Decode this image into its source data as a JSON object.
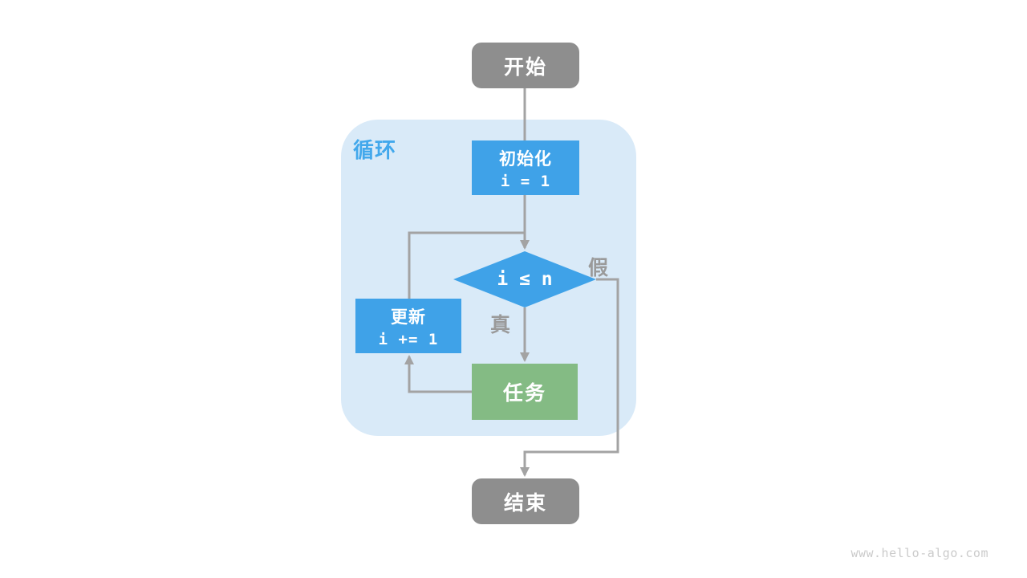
{
  "diagram": {
    "start": {
      "label": "开始"
    },
    "loop_container": {
      "label": "循环"
    },
    "init": {
      "title": "初始化",
      "code": "i = 1"
    },
    "condition": {
      "expression": "i ≤ n"
    },
    "branch_true": {
      "label": "真"
    },
    "branch_false": {
      "label": "假"
    },
    "update": {
      "title": "更新",
      "code": "i += 1"
    },
    "task": {
      "label": "任务"
    },
    "end": {
      "label": "结束"
    }
  },
  "watermark": "www.hello-algo.com",
  "colors": {
    "node_blue": "#3fa2e8",
    "node_green": "#84bb84",
    "node_gray": "#8e8e8e",
    "container_bg": "#d9eaf8",
    "label_blue": "#42a8ec",
    "line_gray": "#a3a3a3",
    "branch_gray": "#9a9a9a",
    "watermark_gray": "#cbcbcb"
  }
}
